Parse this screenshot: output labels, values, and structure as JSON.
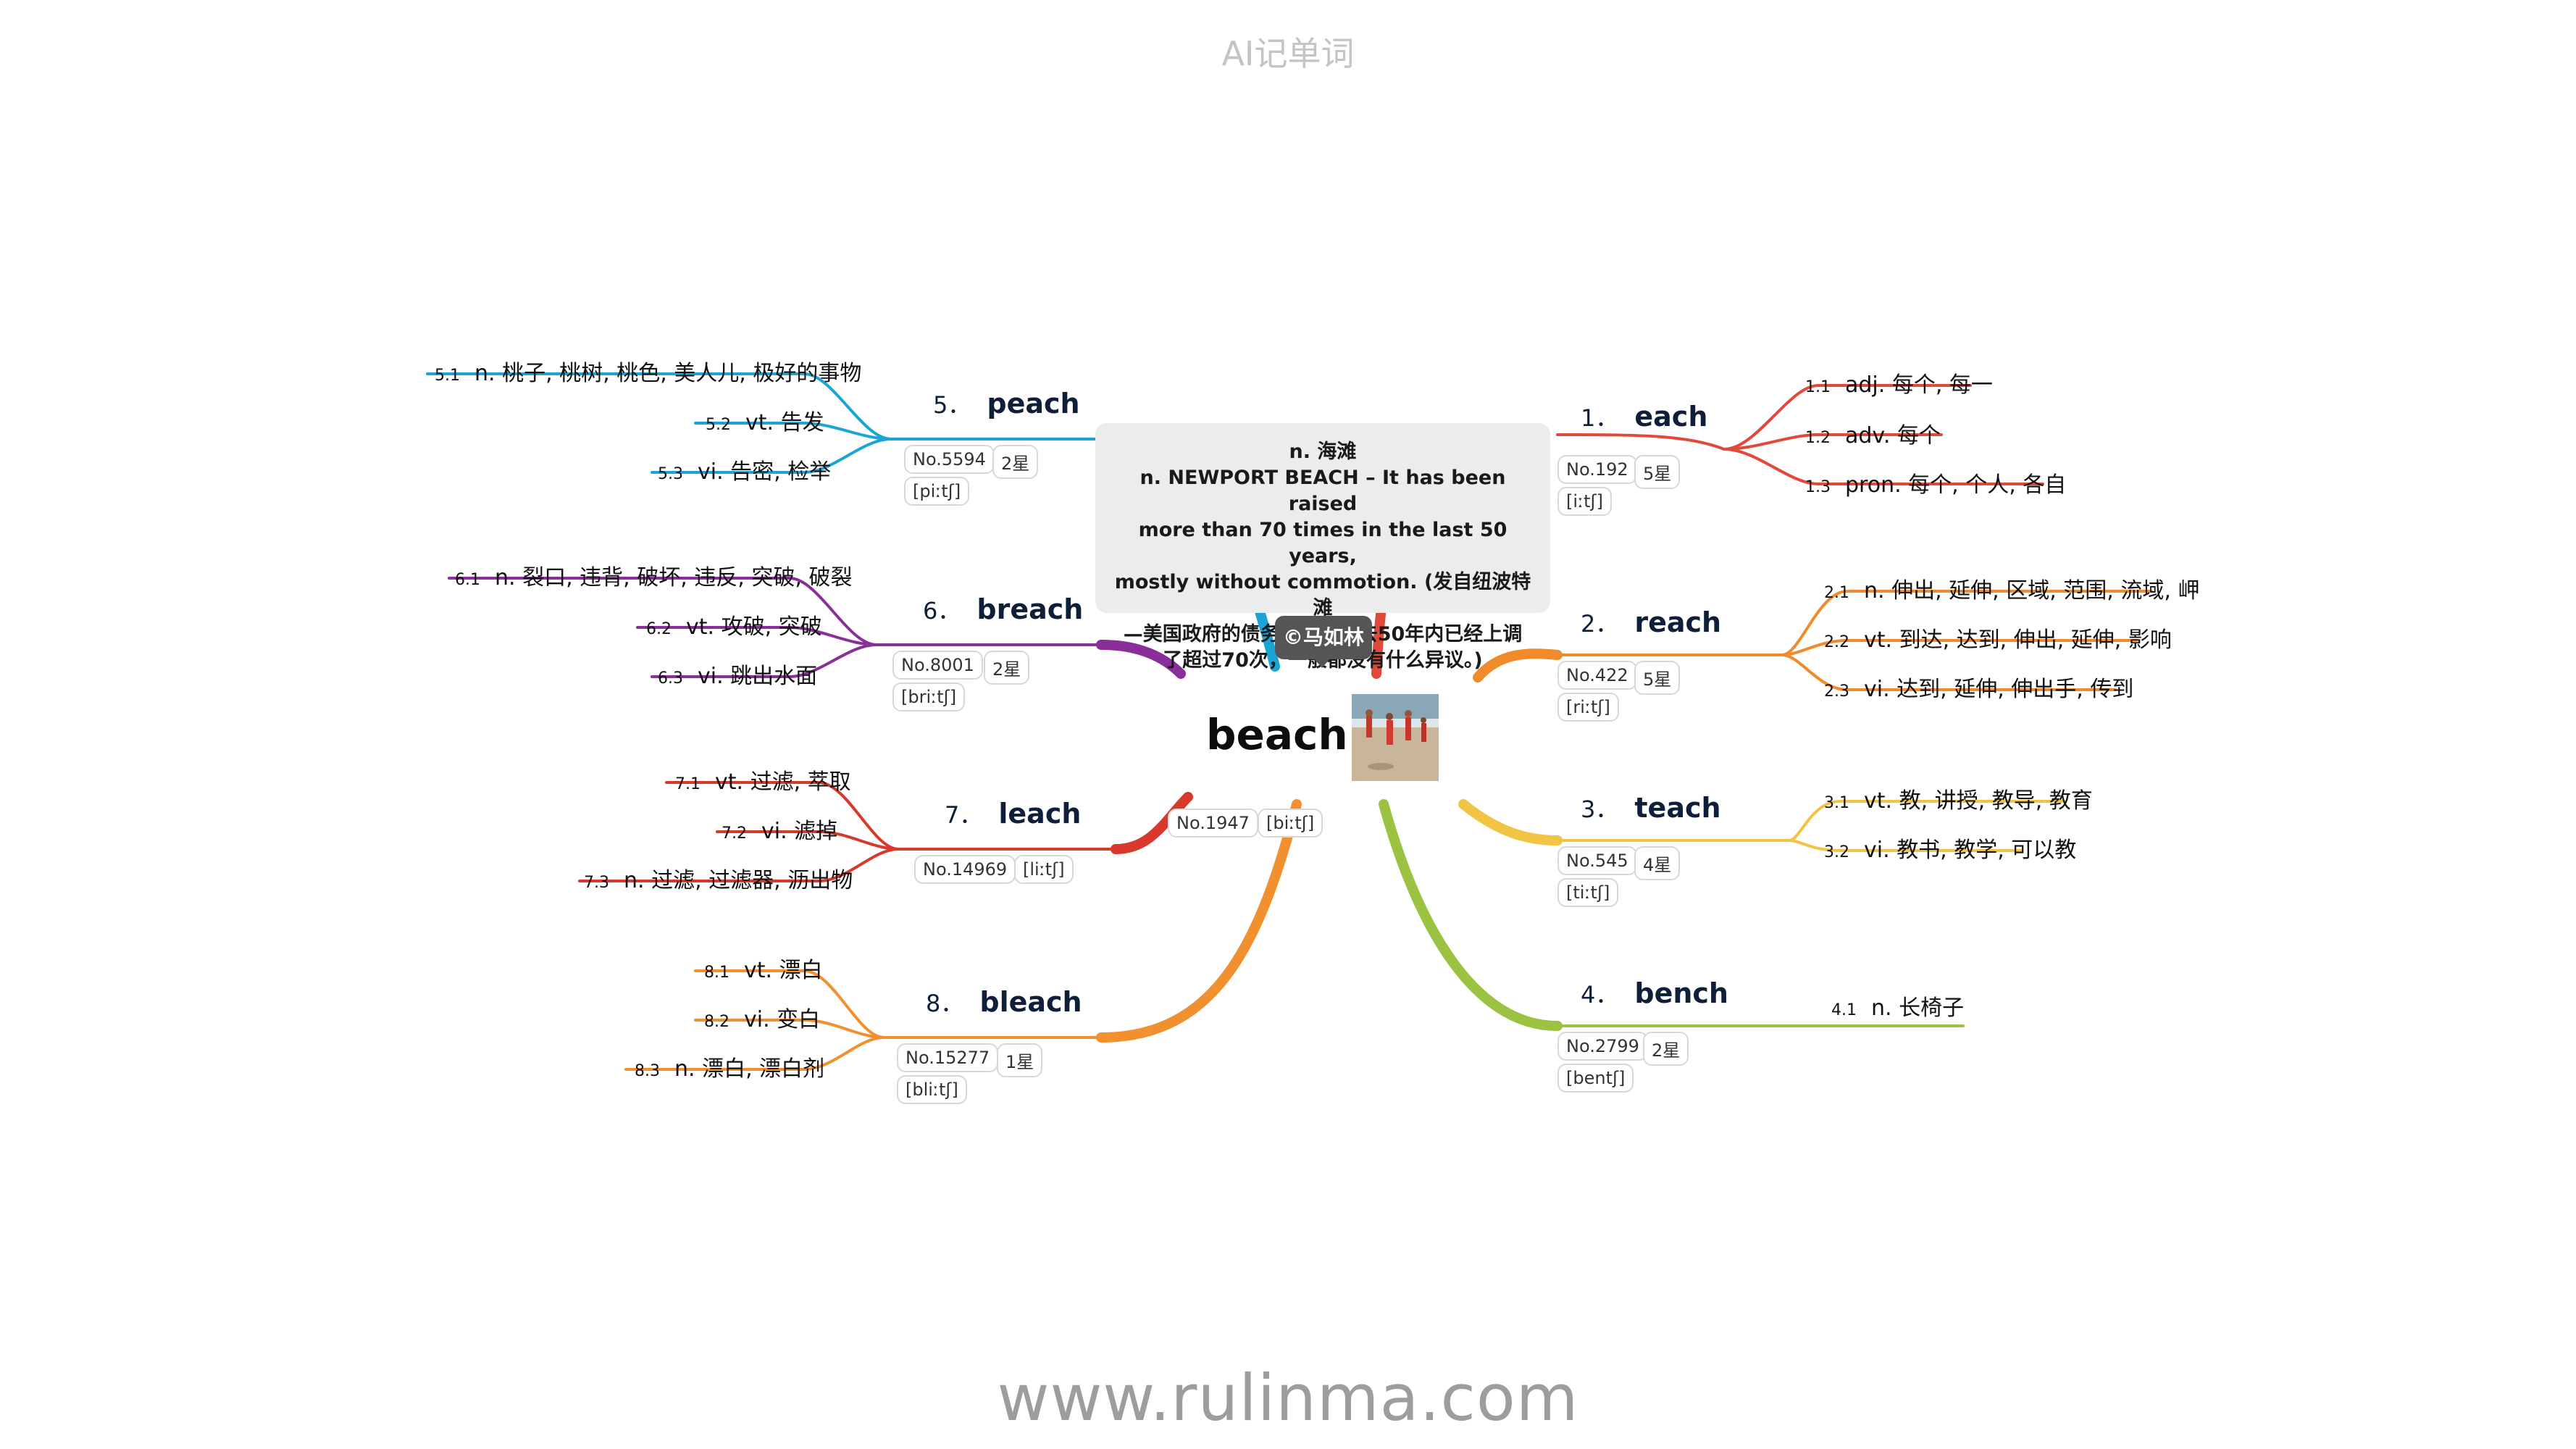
{
  "header": {
    "title": "AI记单词"
  },
  "footer": {
    "url": "www.rulinma.com"
  },
  "center": {
    "word": "beach",
    "number": "No.1947",
    "phonetic": "[biːtʃ]",
    "credit": "©马如林",
    "note_lines": [
      "n. 海滩",
      "n. NEWPORT BEACH – It has been raised",
      "more than 70 times in the last 50 years,",
      "mostly without commotion. (发自纽波特滩",
      "—美国政府的债务限额在过去50年内已经上调",
      "了超过70次，一般都没有什么异议。)"
    ]
  },
  "colors": {
    "each": "#e1493a",
    "reach": "#f08a2a",
    "teach": "#f2c443",
    "bench": "#9bc241",
    "peach": "#1aa5d4",
    "breach": "#8a2f99",
    "leach": "#d9382c",
    "bleach": "#f0902e"
  },
  "branches": [
    {
      "id": "each",
      "index": "1．",
      "word": "each",
      "number": "No.192",
      "stars": "5星",
      "phonetic": "[iːtʃ]",
      "defs": [
        {
          "n": "1.1",
          "t": "adj. 每个, 每一"
        },
        {
          "n": "1.2",
          "t": "adv. 每个"
        },
        {
          "n": "1.3",
          "t": "pron. 每个, 个人, 各自"
        }
      ]
    },
    {
      "id": "reach",
      "index": "2．",
      "word": "reach",
      "number": "No.422",
      "stars": "5星",
      "phonetic": "[riːtʃ]",
      "defs": [
        {
          "n": "2.1",
          "t": "n. 伸出, 延伸, 区域, 范围, 流域, 岬"
        },
        {
          "n": "2.2",
          "t": "vt. 到达, 达到, 伸出, 延伸, 影响"
        },
        {
          "n": "2.3",
          "t": "vi. 达到, 延伸, 伸出手, 传到"
        }
      ]
    },
    {
      "id": "teach",
      "index": "3．",
      "word": "teach",
      "number": "No.545",
      "stars": "4星",
      "phonetic": "[tiːtʃ]",
      "defs": [
        {
          "n": "3.1",
          "t": "vt. 教, 讲授, 教导, 教育"
        },
        {
          "n": "3.2",
          "t": "vi. 教书, 教学, 可以教"
        }
      ]
    },
    {
      "id": "bench",
      "index": "4．",
      "word": "bench",
      "number": "No.2799",
      "stars": "2星",
      "phonetic": "[bentʃ]",
      "defs": [
        {
          "n": "4.1",
          "t": "n. 长椅子"
        }
      ]
    },
    {
      "id": "peach",
      "index": "5．",
      "word": "peach",
      "number": "No.5594",
      "stars": "2星",
      "phonetic": "[piːtʃ]",
      "defs": [
        {
          "n": "5.1",
          "t": "n. 桃子, 桃树, 桃色, 美人儿, 极好的事物"
        },
        {
          "n": "5.2",
          "t": "vt. 告发"
        },
        {
          "n": "5.3",
          "t": "vi. 告密, 检举"
        }
      ]
    },
    {
      "id": "breach",
      "index": "6．",
      "word": "breach",
      "number": "No.8001",
      "stars": "2星",
      "phonetic": "[briːtʃ]",
      "defs": [
        {
          "n": "6.1",
          "t": "n. 裂口, 违背, 破坏, 违反, 突破, 破裂"
        },
        {
          "n": "6.2",
          "t": "vt. 攻破, 突破"
        },
        {
          "n": "6.3",
          "t": "vi. 跳出水面"
        }
      ]
    },
    {
      "id": "leach",
      "index": "7．",
      "word": "leach",
      "number": "No.14969",
      "stars": "",
      "phonetic": "[liːtʃ]",
      "defs": [
        {
          "n": "7.1",
          "t": "vt. 过滤, 萃取"
        },
        {
          "n": "7.2",
          "t": "vi. 滤掉"
        },
        {
          "n": "7.3",
          "t": "n. 过滤, 过滤器, 沥出物"
        }
      ]
    },
    {
      "id": "bleach",
      "index": "8．",
      "word": "bleach",
      "number": "No.15277",
      "stars": "1星",
      "phonetic": "[bliːtʃ]",
      "defs": [
        {
          "n": "8.1",
          "t": "vt. 漂白"
        },
        {
          "n": "8.2",
          "t": "vi. 变白"
        },
        {
          "n": "8.3",
          "t": "n. 漂白, 漂白剂"
        }
      ]
    }
  ]
}
